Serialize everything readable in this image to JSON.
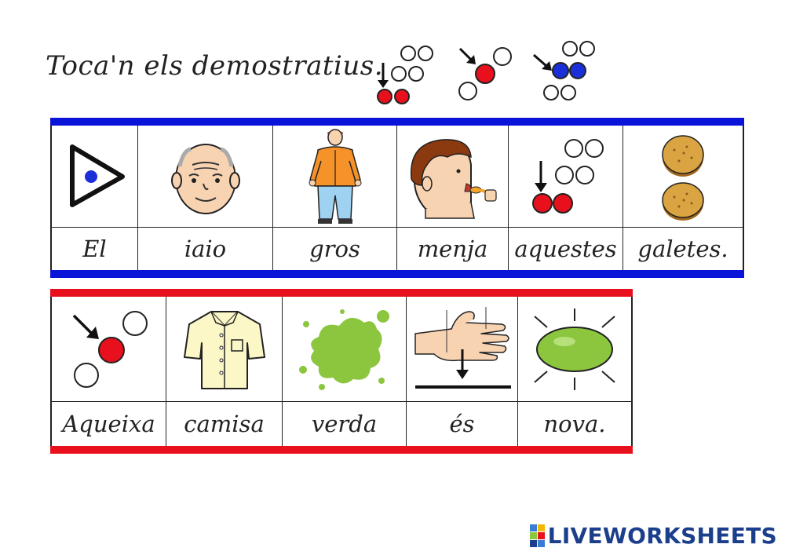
{
  "title": "Toca'n els demostratius.",
  "strip1": {
    "band_color": "#0a14d8",
    "cells": [
      {
        "icon": "determiner-triangle-icon",
        "word": "El"
      },
      {
        "icon": "grandfather-face-icon",
        "word": "iaio"
      },
      {
        "icon": "fat-man-icon",
        "word": "gros"
      },
      {
        "icon": "boy-eating-icon",
        "word": "menja"
      },
      {
        "icon": "demonstrative-plural-near-icon",
        "word": "aquestes"
      },
      {
        "icon": "cookies-icon",
        "word": "galetes."
      }
    ]
  },
  "strip2": {
    "band_color": "#e8101c",
    "cells": [
      {
        "icon": "demonstrative-middle-icon",
        "word": "Aqueixa"
      },
      {
        "icon": "shirt-icon",
        "word": "camisa"
      },
      {
        "icon": "green-splash-icon",
        "word": "verda"
      },
      {
        "icon": "hand-down-arrow-icon",
        "word": "és"
      },
      {
        "icon": "new-shining-oval-icon",
        "word": "nova."
      }
    ]
  },
  "colors": {
    "red": "#e8101c",
    "blue": "#1a2fd8",
    "green": "#8cc63f",
    "cookie": "#d9a441",
    "shirt": "#fbf7c7"
  },
  "footer": {
    "logo_text": "LIVEWORKSHEETS"
  }
}
